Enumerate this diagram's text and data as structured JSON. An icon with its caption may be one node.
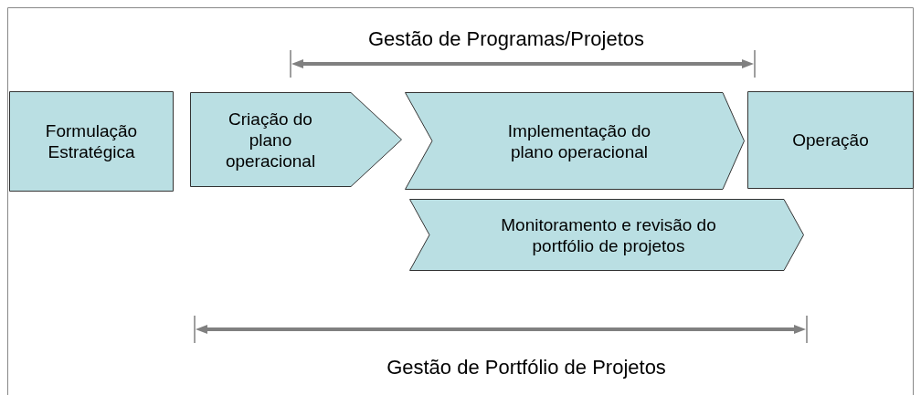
{
  "diagram": {
    "nodes": [
      {
        "text": [
          "Formulação Estratégica"
        ]
      },
      {
        "text": [
          "Criação do plano operacional"
        ]
      },
      {
        "text": [
          "Implementação do plano operacional"
        ]
      },
      {
        "text": [
          "Monitoramento e revisão do portfólio de projetos"
        ]
      },
      {
        "text": [
          "Operação"
        ]
      }
    ],
    "labels": [
      "Gestão de Programas/Projetos",
      "Gestão de Portfólio de Projetos"
    ]
  }
}
